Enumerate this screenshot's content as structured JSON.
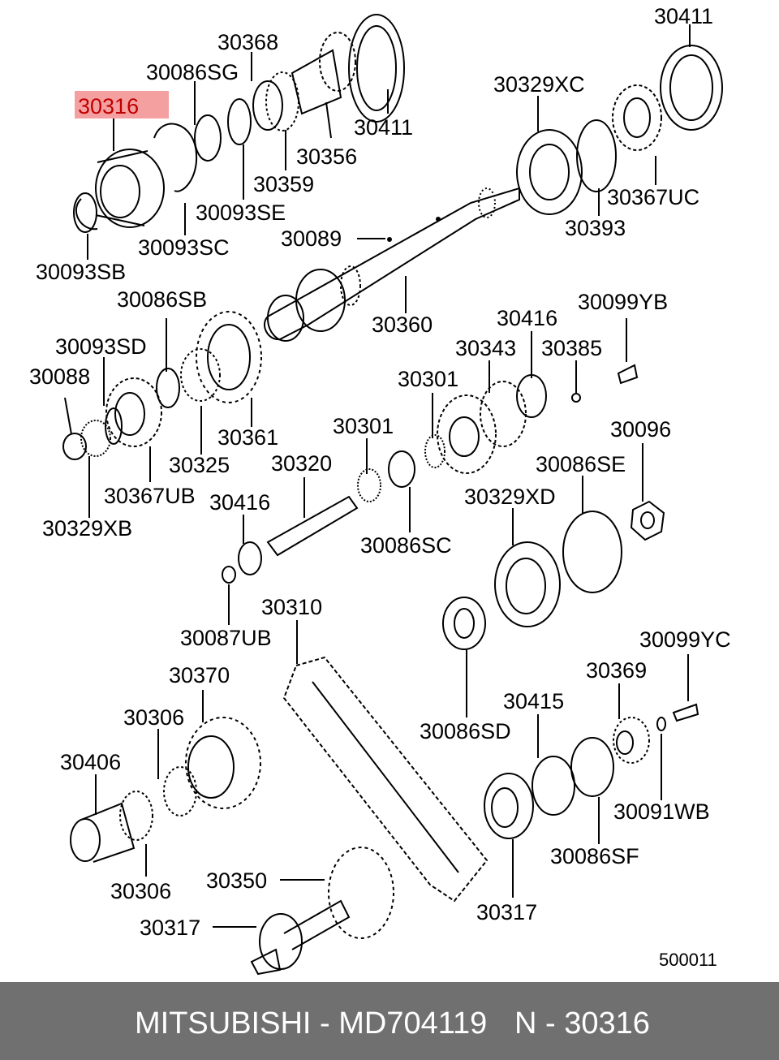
{
  "diagram": {
    "highlight_color": "#f4a0a0",
    "highlight_label": "30316",
    "code": "500011",
    "labels": [
      "30411",
      "30368",
      "30086SG",
      "30316",
      "30411",
      "30356",
      "30359",
      "30093SE",
      "30093SC",
      "30093SB",
      "30329XC",
      "30393",
      "30367UC",
      "30089",
      "30360",
      "30086SB",
      "30093SD",
      "30088",
      "30361",
      "30325",
      "30367UB",
      "30329XB",
      "30099YB",
      "30416",
      "30343",
      "30385",
      "30301",
      "30301",
      "30320",
      "30086SC",
      "30416",
      "30087UB",
      "30096",
      "30086SE",
      "30329XD",
      "30310",
      "30086SD",
      "30099YC",
      "30369",
      "30415",
      "30370",
      "30306",
      "30406",
      "30306",
      "30091WB",
      "30086SF",
      "30350",
      "30317",
      "30317"
    ]
  },
  "footer": {
    "background": "#707070",
    "brand_text": "MITSUBISHI - MD704119",
    "ref_text": "N - 30316"
  }
}
